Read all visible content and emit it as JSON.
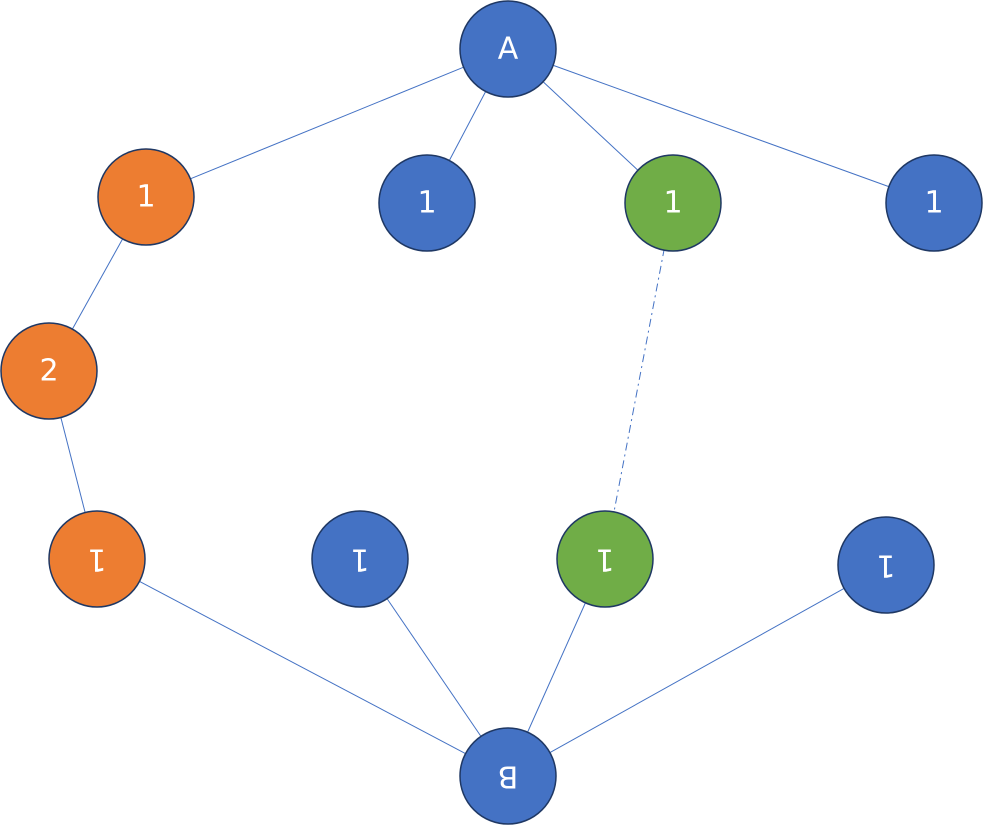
{
  "colors": {
    "blue": "#4472c4",
    "orange": "#ed7d31",
    "green": "#70ad47",
    "outline": "#1f3864",
    "edge": "#4472c4"
  },
  "nodes": [
    {
      "id": "A",
      "label": "A",
      "color": "blue",
      "flipped": false
    },
    {
      "id": "t1",
      "label": "1",
      "color": "orange",
      "flipped": false
    },
    {
      "id": "t2",
      "label": "1",
      "color": "blue",
      "flipped": false
    },
    {
      "id": "t3",
      "label": "1",
      "color": "green",
      "flipped": false
    },
    {
      "id": "t4",
      "label": "1",
      "color": "blue",
      "flipped": false
    },
    {
      "id": "m1",
      "label": "2",
      "color": "orange",
      "flipped": false
    },
    {
      "id": "b1",
      "label": "1",
      "color": "orange",
      "flipped": true
    },
    {
      "id": "b2",
      "label": "1",
      "color": "blue",
      "flipped": true
    },
    {
      "id": "b3",
      "label": "1",
      "color": "green",
      "flipped": true
    },
    {
      "id": "b4",
      "label": "1",
      "color": "blue",
      "flipped": true
    },
    {
      "id": "B",
      "label": "B",
      "color": "blue",
      "flipped": true
    }
  ],
  "edges": [
    {
      "from": "A",
      "to": "t1",
      "style": "solid"
    },
    {
      "from": "A",
      "to": "t2",
      "style": "solid"
    },
    {
      "from": "A",
      "to": "t3",
      "style": "solid"
    },
    {
      "from": "A",
      "to": "t4",
      "style": "solid"
    },
    {
      "from": "t1",
      "to": "m1",
      "style": "solid"
    },
    {
      "from": "m1",
      "to": "b1",
      "style": "solid"
    },
    {
      "from": "t3",
      "to": "b3",
      "style": "dashed"
    },
    {
      "from": "b1",
      "to": "B",
      "style": "solid"
    },
    {
      "from": "b2",
      "to": "B",
      "style": "solid"
    },
    {
      "from": "b3",
      "to": "B",
      "style": "solid"
    },
    {
      "from": "b4",
      "to": "B",
      "style": "solid"
    }
  ]
}
